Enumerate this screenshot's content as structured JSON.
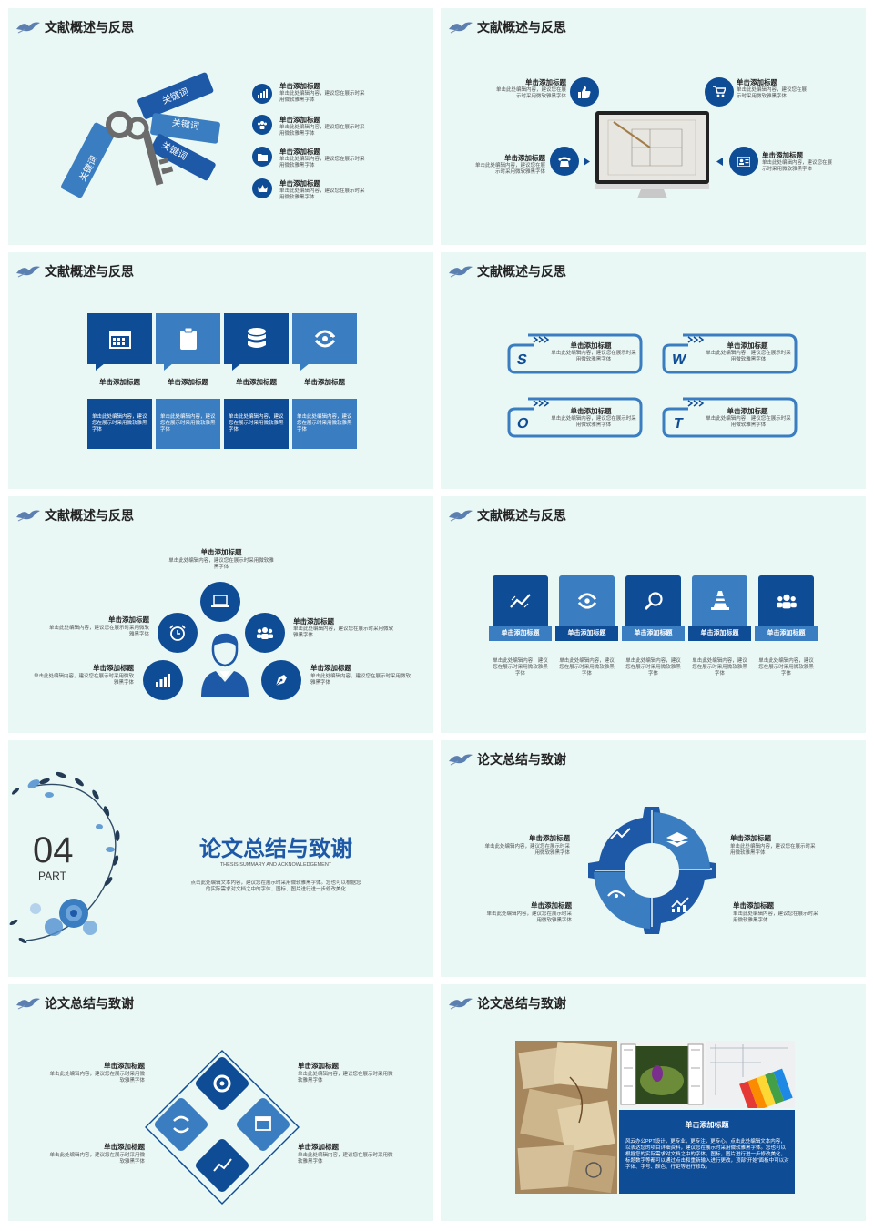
{
  "colors": {
    "dark": "#0f4c96",
    "mid": "#3a7dc0",
    "light": "#e9f7f5"
  },
  "s1": {
    "title": "文献概述与反思",
    "tags": [
      "关键词",
      "关键词",
      "关键词",
      "关键词"
    ],
    "items": [
      {
        "title": "单击添加标题",
        "desc": "单击此处编辑内容，建议您在展示时采用微软雅黑字体",
        "icon": "bar-chart-icon"
      },
      {
        "title": "单击添加标题",
        "desc": "单击此处编辑内容，建议您在展示时采用微软雅黑字体",
        "icon": "group-icon"
      },
      {
        "title": "单击添加标题",
        "desc": "单击此处编辑内容，建议您在展示时采用微软雅黑字体",
        "icon": "folder-icon"
      },
      {
        "title": "单击添加标题",
        "desc": "单击此处编辑内容，建议您在展示时采用微软雅黑字体",
        "icon": "crown-icon"
      }
    ]
  },
  "s2": {
    "title": "文献概述与反思",
    "items": [
      {
        "title": "单击添加标题",
        "desc": "单击此处编辑内容，建议您在展示时采用微软雅黑字体",
        "icon": "thumbs-up-icon"
      },
      {
        "title": "单击添加标题",
        "desc": "单击此处编辑内容，建议您在展示时采用微软雅黑字体",
        "icon": "cart-icon"
      },
      {
        "title": "单击添加标题",
        "desc": "单击此处编辑内容，建议您在展示时采用微软雅黑字体",
        "icon": "phone-icon"
      },
      {
        "title": "单击添加标题",
        "desc": "单击此处编辑内容，建议您在展示时采用微软雅黑字体",
        "icon": "id-card-icon"
      }
    ]
  },
  "s3": {
    "title": "文献概述与反思",
    "cols": [
      {
        "title": "单击添加标题",
        "desc": "单击此处编辑内容，建议您在展示时采用微软雅黑字体",
        "icon": "calendar-icon"
      },
      {
        "title": "单击添加标题",
        "desc": "单击此处编辑内容，建议您在展示时采用微软雅黑字体",
        "icon": "clipboard-icon"
      },
      {
        "title": "单击添加标题",
        "desc": "单击此处编辑内容，建议您在展示时采用微软雅黑字体",
        "icon": "database-icon"
      },
      {
        "title": "单击添加标题",
        "desc": "单击此处编辑内容，建议您在展示时采用微软雅黑字体",
        "icon": "refresh-icon"
      }
    ]
  },
  "s4": {
    "title": "文献概述与反思",
    "items": [
      {
        "letter": "S",
        "title": "单击添加标题",
        "desc": "单击此处编辑内容，建议您在展示时采用微软雅黑字体"
      },
      {
        "letter": "W",
        "title": "单击添加标题",
        "desc": "单击此处编辑内容，建议您在展示时采用微软雅黑字体"
      },
      {
        "letter": "O",
        "title": "单击添加标题",
        "desc": "单击此处编辑内容，建议您在展示时采用微软雅黑字体"
      },
      {
        "letter": "T",
        "title": "单击添加标题",
        "desc": "单击此处编辑内容，建议您在展示时采用微软雅黑字体"
      }
    ]
  },
  "s5": {
    "title": "文献概述与反思",
    "top": {
      "title": "单击添加标题",
      "desc": "单击此处编辑内容，建议您在展示时采用微软雅黑字体"
    },
    "items": [
      {
        "title": "单击添加标题",
        "desc": "单击此处编辑内容，建议您在展示时采用微软雅黑字体",
        "icon": "alarm-clock-icon"
      },
      {
        "title": "单击添加标题",
        "desc": "单击此处编辑内容，建议您在展示时采用微软雅黑字体",
        "icon": "group-icon"
      },
      {
        "title": "单击添加标题",
        "desc": "单击此处编辑内容，建议您在展示时采用微软雅黑字体",
        "icon": "bar-chart-icon"
      },
      {
        "title": "单击添加标题",
        "desc": "单击此处编辑内容，建议您在展示时采用微软雅黑字体",
        "icon": "pen-nib-icon"
      }
    ],
    "center_icon": "laptop-icon"
  },
  "s6": {
    "title": "文献概述与反思",
    "cards": [
      {
        "label": "单击添加标题",
        "desc": "单击此处编辑内容，建议您在展示时采用微软雅黑字体",
        "icon": "line-chart-icon"
      },
      {
        "label": "单击添加标题",
        "desc": "单击此处编辑内容，建议您在展示时采用微软雅黑字体",
        "icon": "refresh-icon"
      },
      {
        "label": "单击添加标题",
        "desc": "单击此处编辑内容，建议您在展示时采用微软雅黑字体",
        "icon": "search-icon"
      },
      {
        "label": "单击添加标题",
        "desc": "单击此处编辑内容，建议您在展示时采用微软雅黑字体",
        "icon": "traffic-cone-icon"
      },
      {
        "label": "单击添加标题",
        "desc": "单击此处编辑内容，建议您在展示时采用微软雅黑字体",
        "icon": "group-icon"
      }
    ]
  },
  "s7": {
    "num": "04",
    "part": "PART",
    "title": "论文总结与致谢",
    "subtitle": "THESIS SUMMARY AND ACKNOWLEDGEMENT",
    "desc": "点击此处编辑文本内容，建议您在展示时采用微软雅黑字体。您也可以根据您的实际需求对文档之中的字体、图标、图片进行进一步修改美化"
  },
  "s8": {
    "title": "论文总结与致谢",
    "items": [
      {
        "title": "单击添加标题",
        "desc": "单击此处编辑内容，建议您在展示时采用微软雅黑字体"
      },
      {
        "title": "单击添加标题",
        "desc": "单击此处编辑内容，建议您在展示时采用微软雅黑字体"
      },
      {
        "title": "单击添加标题",
        "desc": "单击此处编辑内容，建议您在展示时采用微软雅黑字体"
      },
      {
        "title": "单击添加标题",
        "desc": "单击此处编辑内容，建议您在展示时采用微软雅黑字体"
      }
    ]
  },
  "s9": {
    "title": "论文总结与致谢",
    "items": [
      {
        "title": "单击添加标题",
        "desc": "单击此处编辑内容，建议您在展示时采用微软雅黑字体"
      },
      {
        "title": "单击添加标题",
        "desc": "单击此处编辑内容，建议您在展示时采用微软雅黑字体"
      },
      {
        "title": "单击添加标题",
        "desc": "单击此处编辑内容，建议您在展示时采用微软雅黑字体"
      },
      {
        "title": "单击添加标题",
        "desc": "单击此处编辑内容，建议您在展示时采用微软雅黑字体"
      }
    ]
  },
  "s10": {
    "title": "论文总结与致谢",
    "box_title": "单击添加标题",
    "box_desc": "风云办公PPT设计，更专业，更专注，更专心。点击此处编辑文本内容，以表达您的项目详细资料，建议您在展示时采用微软雅黑字体。您也可以根据您的实际需求对文档之中的字体，图标，图片进行进一步修改美化，标题数字等都可以通过点击和重新输入进行更改，顶部“开始”面板中可以对字体、字号、颜色、行距等进行修改。"
  }
}
